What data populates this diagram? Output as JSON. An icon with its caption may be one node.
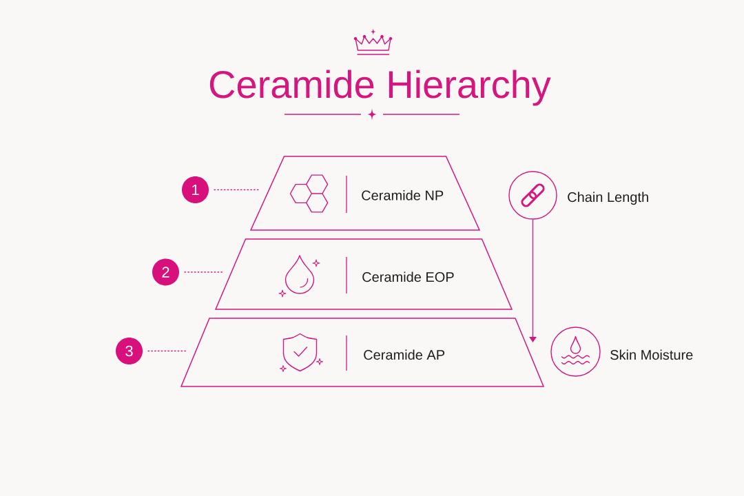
{
  "diagram": {
    "title": "Ceramide Hierarchy",
    "nodes": [
      {
        "text": [
          "1"
        ]
      },
      {
        "text": [
          "Ceramide NP"
        ]
      },
      {
        "text": [],
        "shape": "circle",
        "beside": [
          "Chain Length"
        ]
      },
      {
        "text": [
          "2"
        ]
      },
      {
        "text": [
          "Ceramide EOP"
        ]
      },
      {
        "text": [
          "3"
        ]
      },
      {
        "text": [
          "Ceramide AP"
        ]
      },
      {
        "text": [],
        "shape": "circle",
        "beside": [
          "Skin Moisture"
        ]
      }
    ],
    "edges": [
      {
        "from": 0,
        "to": 1,
        "arrow": "none",
        "style": "dashed"
      },
      {
        "from": 3,
        "to": 4,
        "arrow": "none",
        "style": "dashed"
      },
      {
        "from": 5,
        "to": 6,
        "arrow": "none",
        "style": "dashed"
      },
      {
        "from": 2,
        "to": 6,
        "arrow": "to"
      }
    ]
  }
}
